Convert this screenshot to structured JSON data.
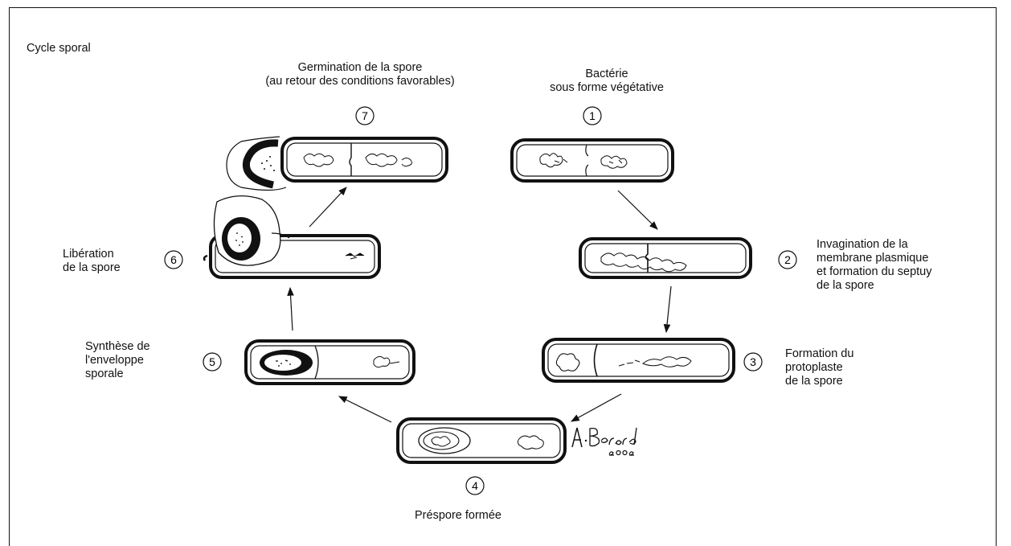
{
  "title": "Cycle sporal",
  "stages": [
    {
      "number": "1",
      "lines": [
        "Bactérie",
        "sous forme végétative"
      ]
    },
    {
      "number": "2",
      "lines": [
        "Invagination de la",
        "membrane plasmique",
        "et formation du septuy",
        "de la spore"
      ]
    },
    {
      "number": "3",
      "lines": [
        "Formation du",
        "protoplaste",
        "de la spore"
      ]
    },
    {
      "number": "4",
      "lines": [
        "Préspore formée"
      ]
    },
    {
      "number": "5",
      "lines": [
        "Synthèse de",
        "l'enveloppe",
        "sporale"
      ]
    },
    {
      "number": "6",
      "lines": [
        "Libération",
        "de la spore"
      ]
    },
    {
      "number": "7",
      "lines": [
        "Germination de la spore",
        "(au retour des conditions favorables)"
      ]
    }
  ],
  "signature": {
    "text": "A.Bérard 2002"
  }
}
